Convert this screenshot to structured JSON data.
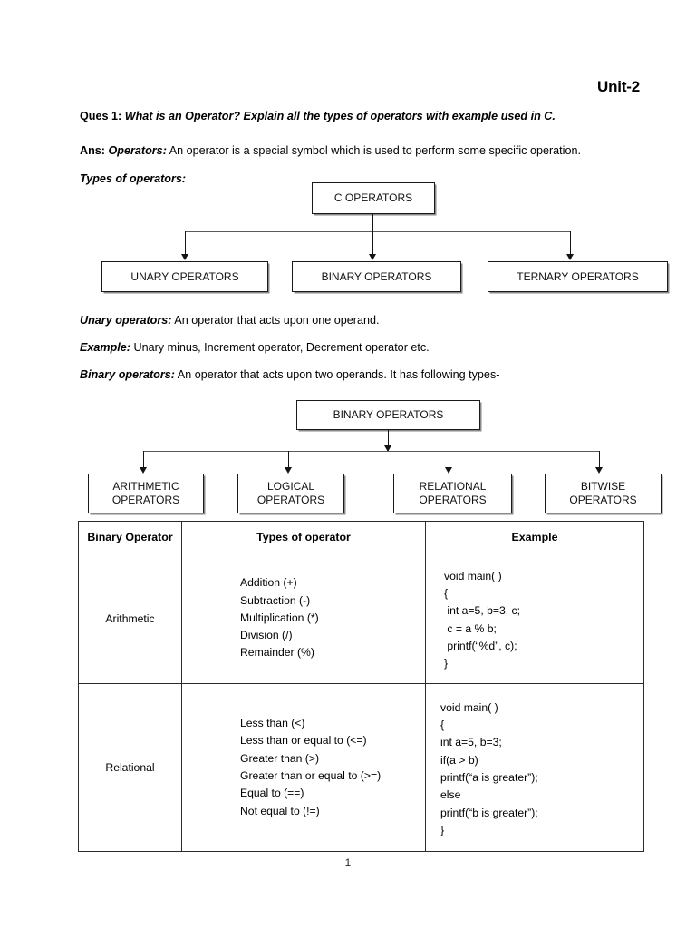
{
  "document": {
    "unit_title": "Unit-2",
    "page_number": "1"
  },
  "paragraphs": {
    "question_label": "Ques 1:",
    "question_text": "What is an Operator? Explain all the types of operators with example used in C.",
    "answer_label": "Ans:",
    "answer_term": "Operators:",
    "answer_text": "An operator is a special symbol which is used to perform some specific operation.",
    "types_heading": "Types of operators:",
    "unary_term": "Unary operators:",
    "unary_text": "An operator that acts upon one operand.",
    "example_term": "Example:",
    "example_text": "Unary minus, Increment operator, Decrement operator etc.",
    "binary_term": "Binary operators:",
    "binary_text": "An operator that acts upon two operands. It has following types-"
  },
  "diagram_operators": {
    "root": "C OPERATORS",
    "children": [
      "UNARY OPERATORS",
      "BINARY OPERATORS",
      "TERNARY OPERATORS"
    ]
  },
  "diagram_binary": {
    "root": "BINARY OPERATORS",
    "children": [
      "ARITHMETIC OPERATORS",
      "LOGICAL OPERATORS",
      "RELATIONAL OPERATORS",
      "BITWISE OPERATORS"
    ],
    "children_lines": [
      [
        "ARITHMETIC",
        "OPERATORS"
      ],
      [
        "LOGICAL",
        "OPERATORS"
      ],
      [
        "RELATIONAL",
        "OPERATORS"
      ],
      [
        "BITWISE",
        "OPERATORS"
      ]
    ]
  },
  "table": {
    "headers": [
      "Binary Operator",
      "Types of operator",
      "Example"
    ],
    "rows": [
      {
        "operator": "Arithmetic",
        "types": [
          "Addition (+)",
          "Subtraction (-)",
          "Multiplication (*)",
          "Division (/)",
          "Remainder (%)"
        ],
        "example": "void main( )\n{\n int a=5, b=3, c;\n c = a % b;\n printf(“%d”, c);\n}"
      },
      {
        "operator": "Relational",
        "types": [
          "Less than (<)",
          "Less than or equal to (<=)",
          "Greater than (>)",
          "Greater than or equal to (>=)",
          "Equal to (==)",
          "Not equal to (!=)"
        ],
        "example": "void main( )\n{\nint a=5, b=3;\nif(a > b)\nprintf(“a is greater”);\nelse\nprintf(“b is greater”);\n}"
      }
    ]
  },
  "colors": {
    "text": "#000000",
    "box_border": "#1a1a1a",
    "box_shadow": "#8a8a8a",
    "connector": "#141414",
    "table_border": "#2b2b2b"
  }
}
